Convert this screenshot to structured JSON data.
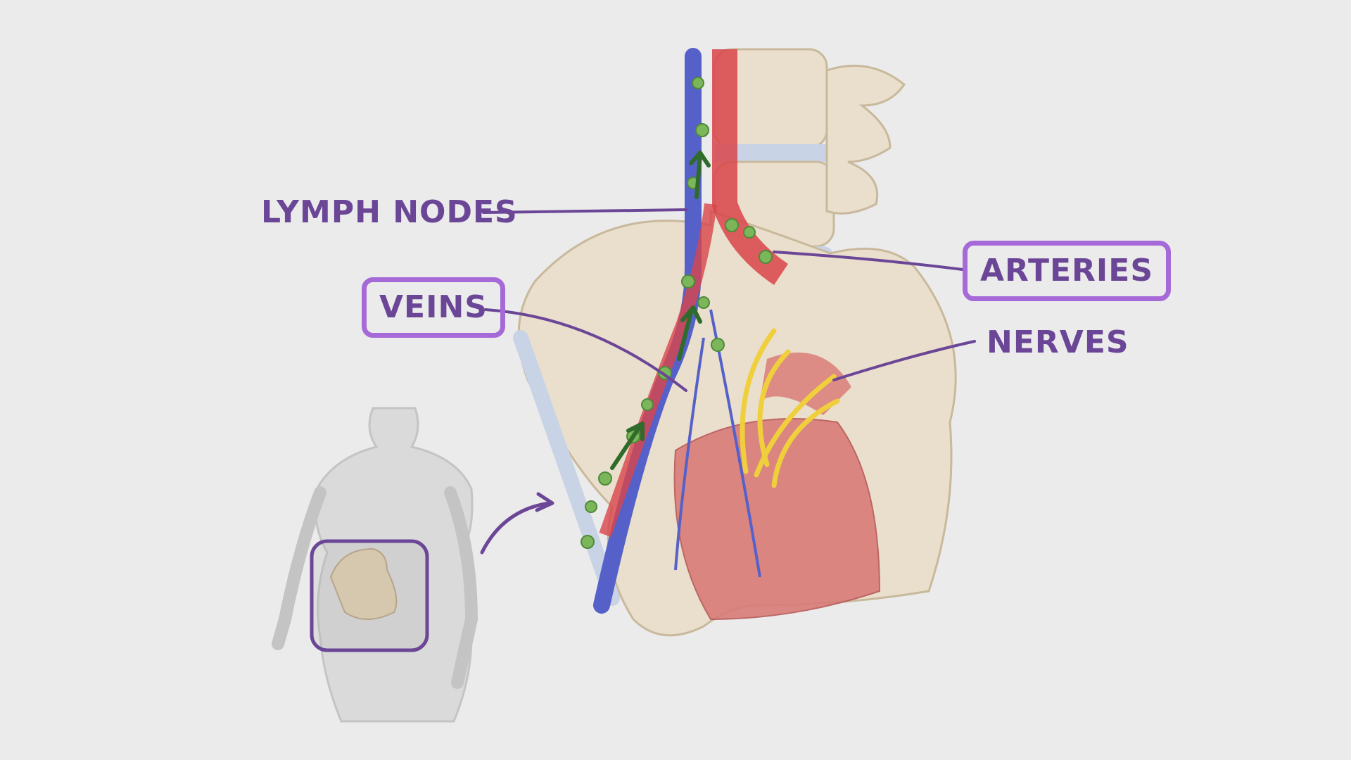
{
  "labels": {
    "lymph_nodes": "LYMPH NODES",
    "veins": "VEINS",
    "arteries": "ARTERIES",
    "nerves": "NERVES"
  },
  "colors": {
    "background": "#ebebeb",
    "label_text": "#6b4697",
    "highlight_box": "#a66ad8",
    "bone": "#eadfcc",
    "artery": "#d9454a",
    "vein": "#5561c9",
    "lymph": "#7cb65a",
    "nerve": "#f0cf3c",
    "muscle": "#d97c78"
  }
}
